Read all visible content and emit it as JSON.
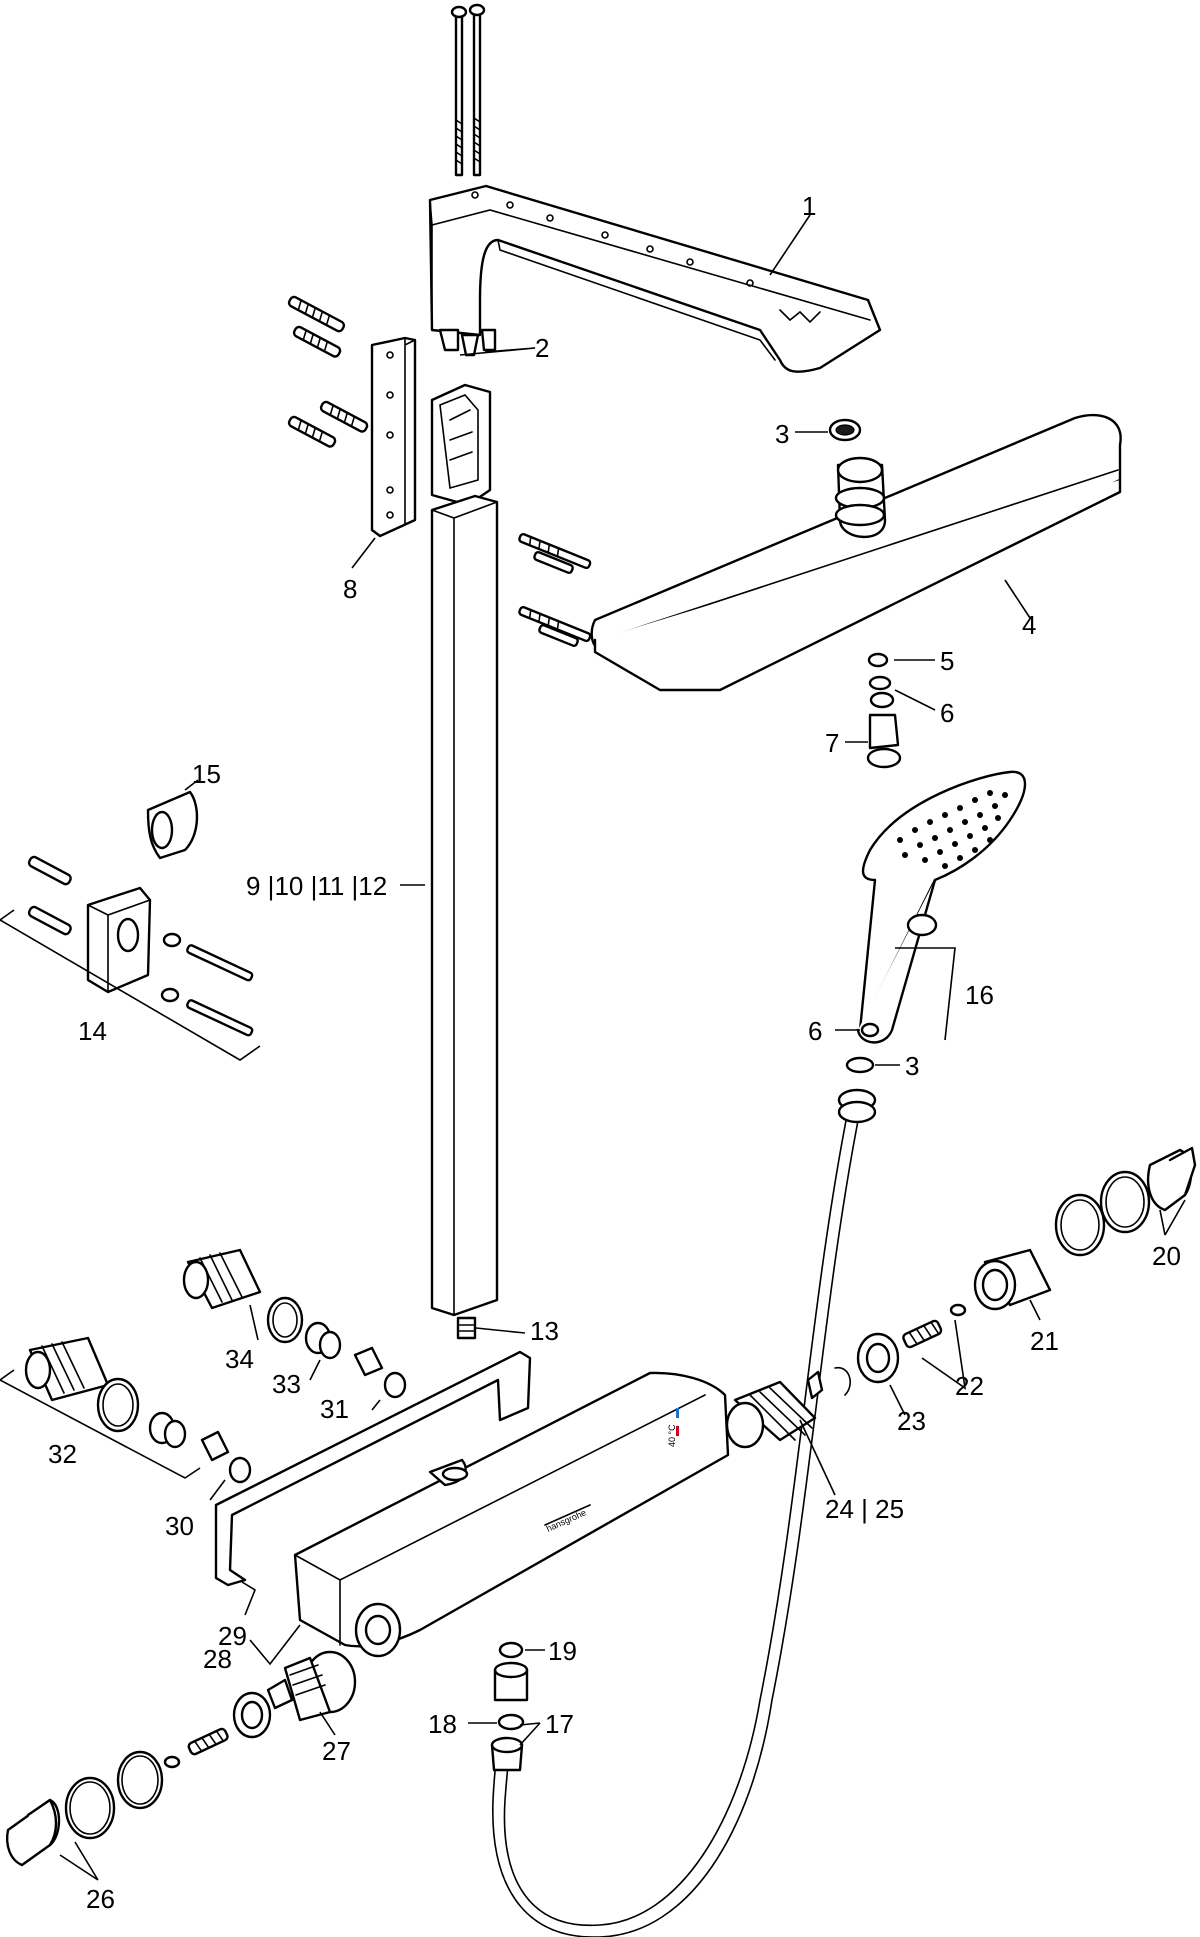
{
  "labels": {
    "l1": "1",
    "l2": "2",
    "l3a": "3",
    "l3b": "3",
    "l4": "4",
    "l5": "5",
    "l6a": "6",
    "l6b": "6",
    "l7": "7",
    "l8": "8",
    "l9_12": "9 |10 |11 |12",
    "l13": "13",
    "l14": "14",
    "l15": "15",
    "l16": "16",
    "l17": "17",
    "l18": "18",
    "l19": "19",
    "l20": "20",
    "l21": "21",
    "l22": "22",
    "l23": "23",
    "l24_25": "24 | 25",
    "l26": "26",
    "l27": "27",
    "l28": "28",
    "l29": "29",
    "l30": "30",
    "l31": "31",
    "l32": "32",
    "l33": "33",
    "l34": "34"
  },
  "thermostat": {
    "temp_mark": "40 °C",
    "brand_mark": "hansgrohe"
  },
  "colors": {
    "line": "#000000",
    "background": "#ffffff",
    "hot": "#d0021b",
    "cold": "#1f6fd1"
  }
}
